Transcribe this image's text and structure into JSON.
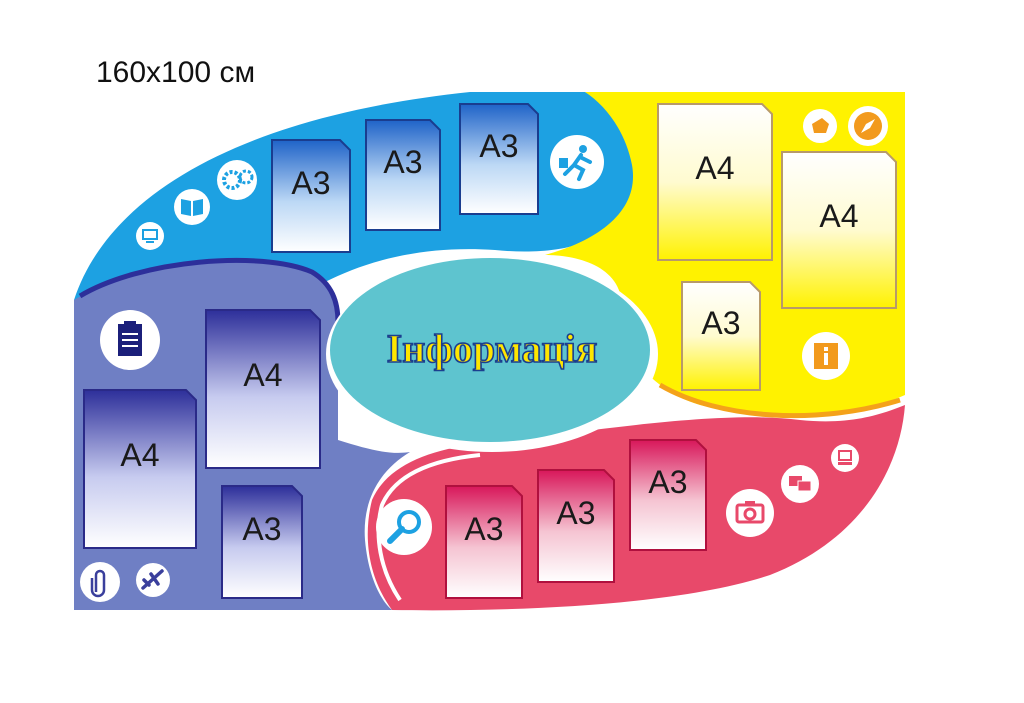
{
  "board": {
    "size_label": "160x100 см",
    "title": "Інформація",
    "colors": {
      "blue": "#1da1e2",
      "yellow": "#fff200",
      "purple": "#6f7fc4",
      "red": "#e8496a",
      "center": "#5ec4cf",
      "title_fill": "#ffe600",
      "title_stroke": "#1b3f8f"
    }
  },
  "pockets": {
    "blue": [
      "A3",
      "A3",
      "A3"
    ],
    "yellow": [
      "A4",
      "A4",
      "A3"
    ],
    "purple": [
      "A4",
      "A4",
      "A3"
    ],
    "red": [
      "A3",
      "A3",
      "A3"
    ]
  },
  "icons": {
    "blue": [
      "monitor-icon",
      "book-icon",
      "gears-icon",
      "runner-icon"
    ],
    "yellow": [
      "hand-icon",
      "compass-icon",
      "info-icon"
    ],
    "purple": [
      "clipboard-icon",
      "paperclip-icon",
      "airplane-icon"
    ],
    "red": [
      "magnifier-icon",
      "camera-icon",
      "chat-icon",
      "computer-icon"
    ]
  }
}
